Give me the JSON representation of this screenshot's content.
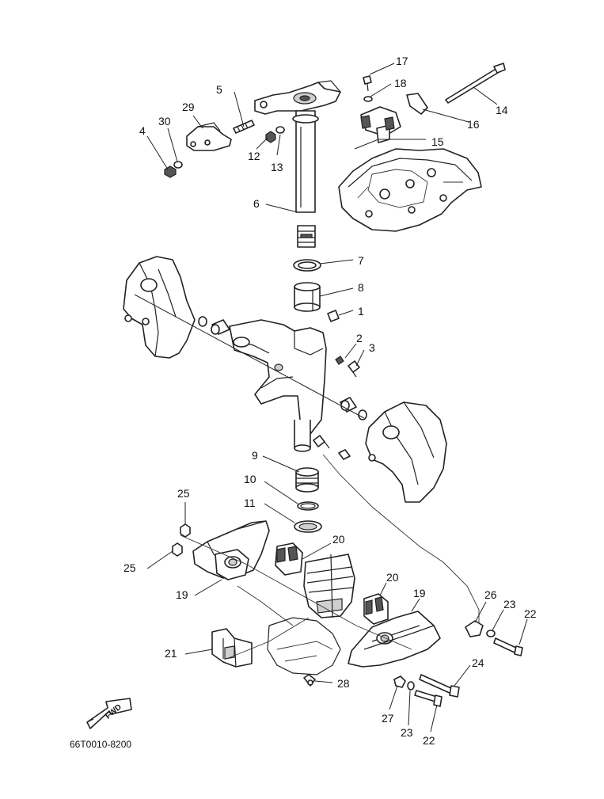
{
  "diagram_code": "66T0010-8200",
  "fwd_label": "FWD",
  "callouts": [
    {
      "id": "c17",
      "text": "17"
    },
    {
      "id": "c18",
      "text": "18"
    },
    {
      "id": "c14",
      "text": "14"
    },
    {
      "id": "c16",
      "text": "16"
    },
    {
      "id": "c15",
      "text": "15"
    },
    {
      "id": "c5",
      "text": "5"
    },
    {
      "id": "c29",
      "text": "29"
    },
    {
      "id": "c30",
      "text": "30"
    },
    {
      "id": "c4",
      "text": "4"
    },
    {
      "id": "c12",
      "text": "12"
    },
    {
      "id": "c13",
      "text": "13"
    },
    {
      "id": "c6",
      "text": "6"
    },
    {
      "id": "c7",
      "text": "7"
    },
    {
      "id": "c8",
      "text": "8"
    },
    {
      "id": "c1",
      "text": "1"
    },
    {
      "id": "c2",
      "text": "2"
    },
    {
      "id": "c3",
      "text": "3"
    },
    {
      "id": "c9",
      "text": "9"
    },
    {
      "id": "c10",
      "text": "10"
    },
    {
      "id": "c11",
      "text": "11"
    },
    {
      "id": "c25a",
      "text": "25"
    },
    {
      "id": "c25b",
      "text": "25"
    },
    {
      "id": "c20a",
      "text": "20"
    },
    {
      "id": "c20b",
      "text": "20"
    },
    {
      "id": "c19a",
      "text": "19"
    },
    {
      "id": "c19b",
      "text": "19"
    },
    {
      "id": "c26",
      "text": "26"
    },
    {
      "id": "c23a",
      "text": "23"
    },
    {
      "id": "c22a",
      "text": "22"
    },
    {
      "id": "c21",
      "text": "21"
    },
    {
      "id": "c24",
      "text": "24"
    },
    {
      "id": "c28",
      "text": "28"
    },
    {
      "id": "c27",
      "text": "27"
    },
    {
      "id": "c23b",
      "text": "23"
    },
    {
      "id": "c22b",
      "text": "22"
    }
  ]
}
